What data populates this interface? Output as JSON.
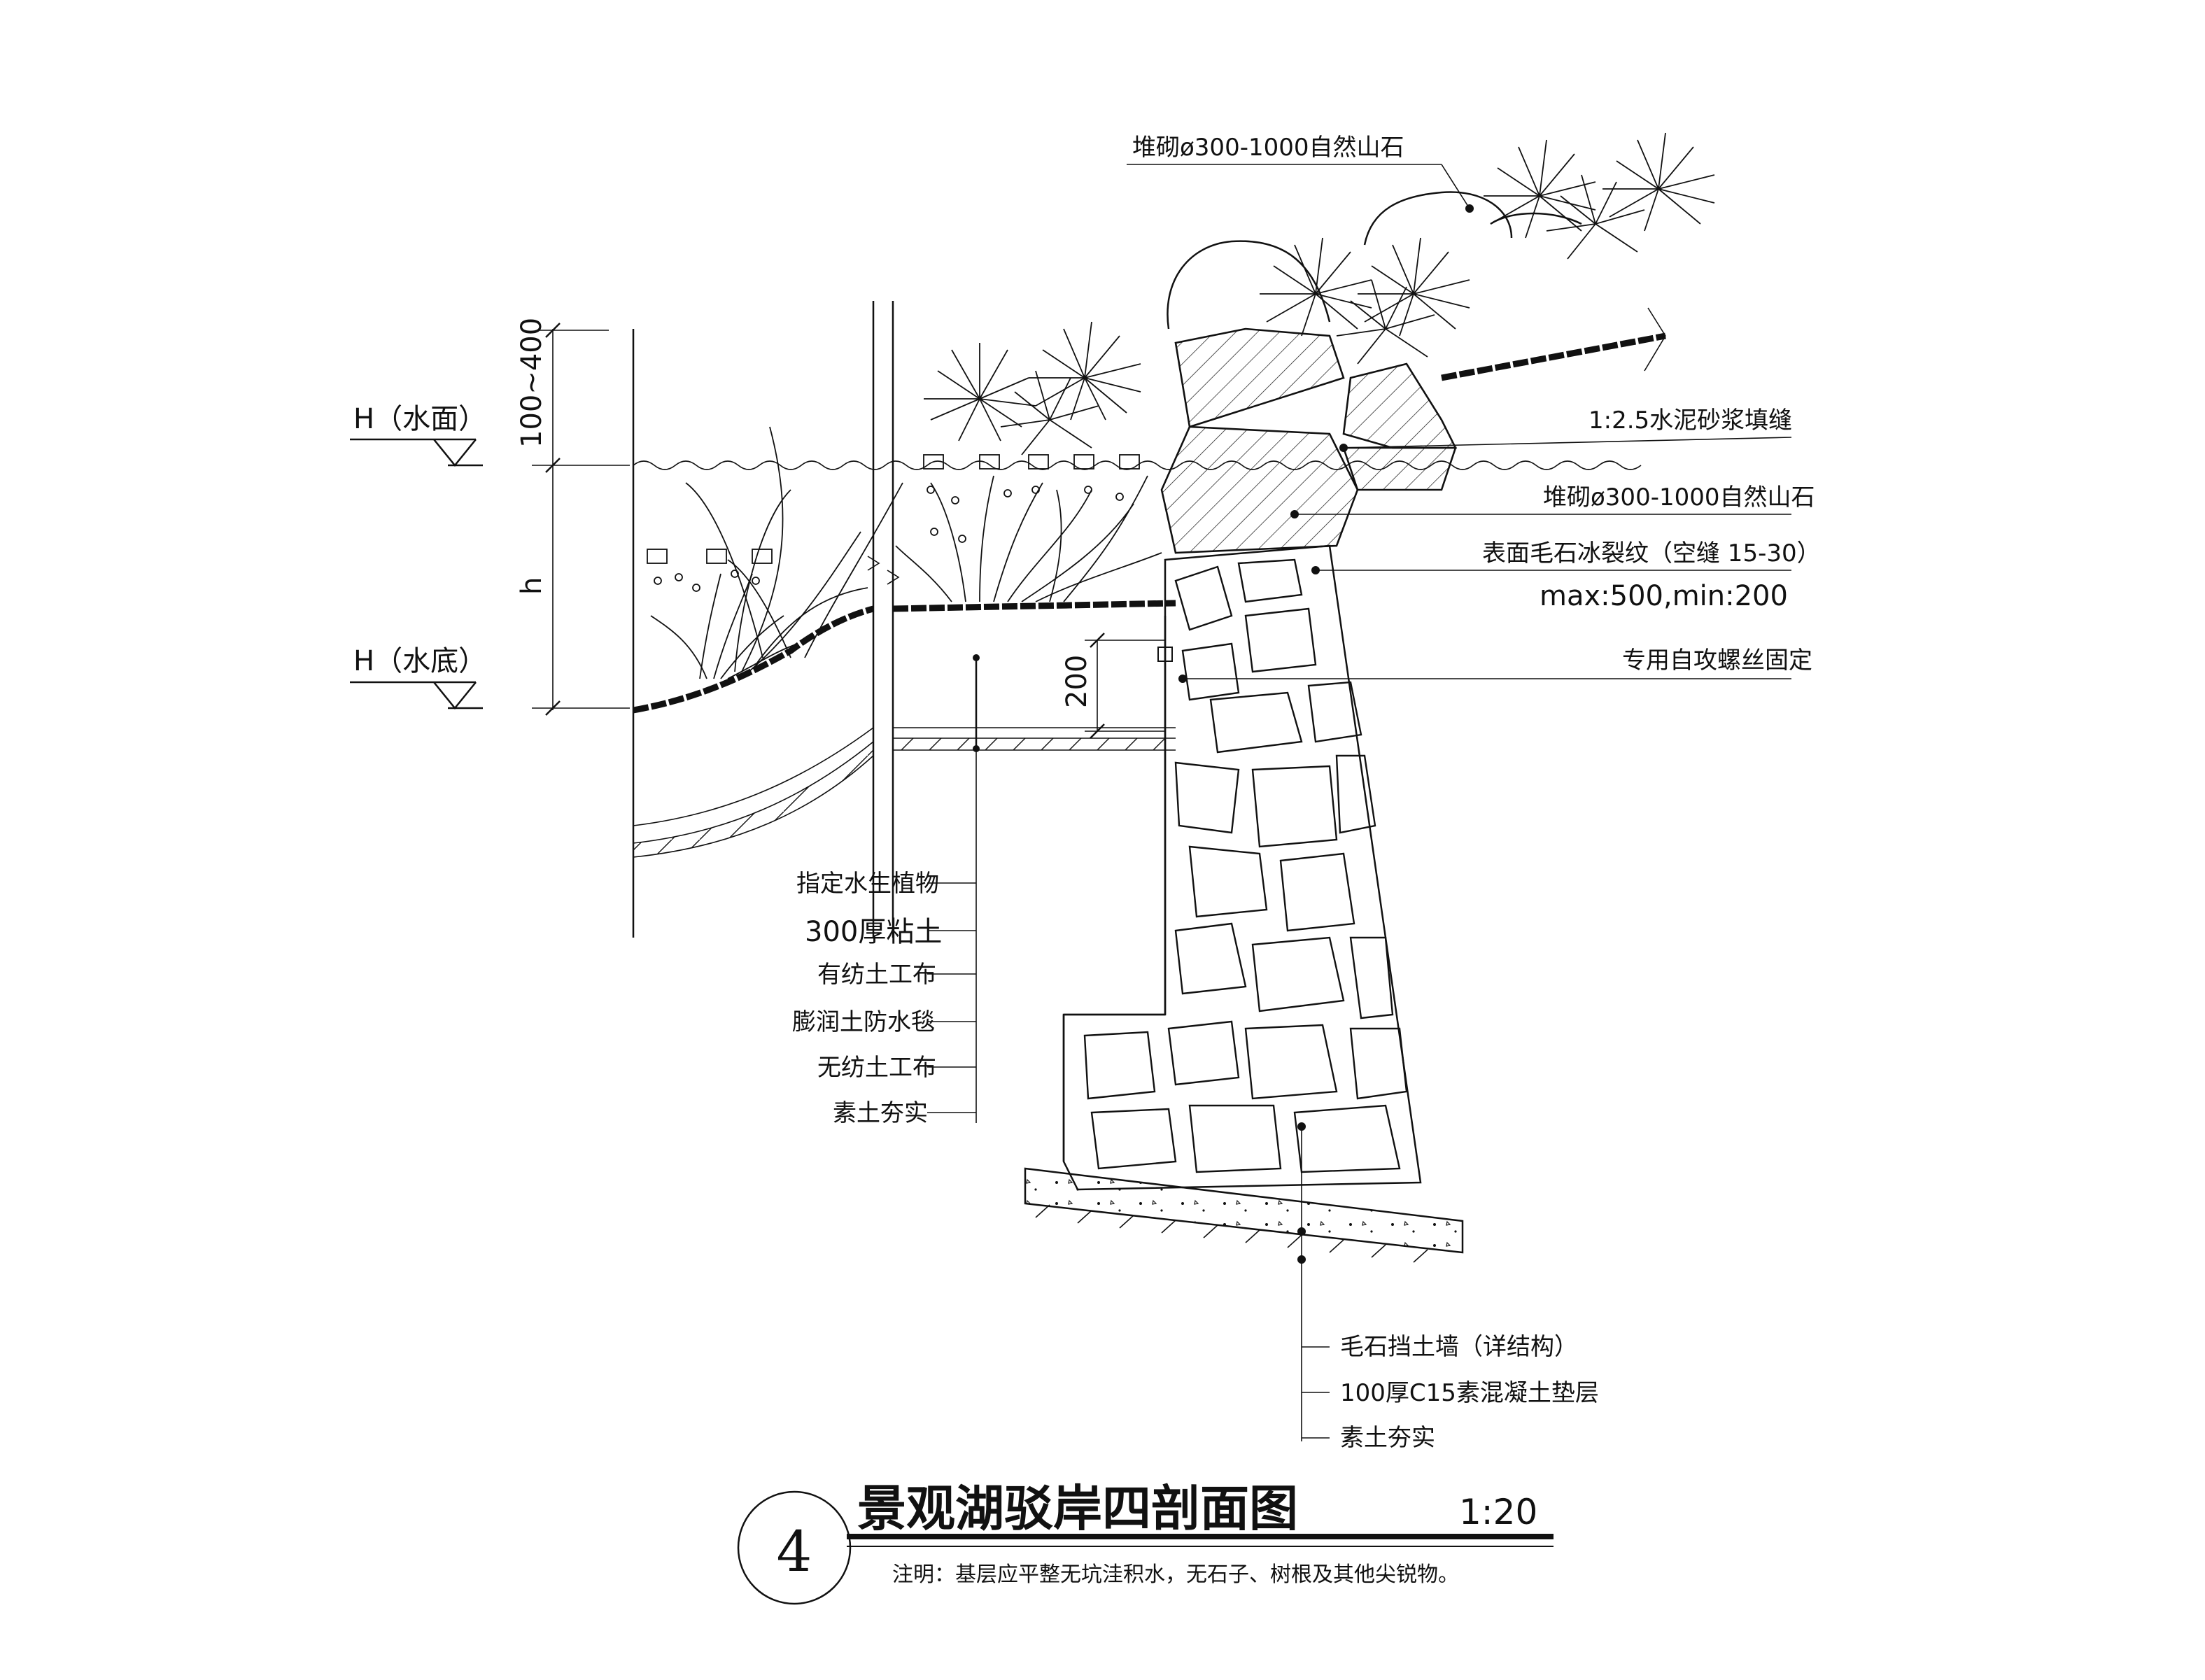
{
  "drawing": {
    "title": "景观湖驳岸四剖面图",
    "scale": "1:20",
    "detail_number": "4",
    "note": "注明：基层应平整无坑洼积水，无石子、树根及其他尖锐物。"
  },
  "levels": {
    "water_surface": "H（水面）",
    "water_bottom": "H（水底）"
  },
  "dimensions": {
    "freeboard": "100~400",
    "depth": "h",
    "fixing_height": "200"
  },
  "labels_right": [
    "堆砌ø300-1000自然山石",
    "1:2.5水泥砂浆填缝",
    "堆砌ø300-1000自然山石",
    "表面毛石冰裂纹（空缝 15-30）",
    "max:500,min:200",
    "专用自攻螺丝固定"
  ],
  "labels_left": [
    "指定水生植物",
    "300厚粘土",
    "有纺土工布",
    "膨润土防水毯",
    "无纺土工布",
    "素土夯实"
  ],
  "labels_bottom": [
    "毛石挡土墙（详结构）",
    "100厚C15素混凝土垫层",
    "素土夯实"
  ]
}
